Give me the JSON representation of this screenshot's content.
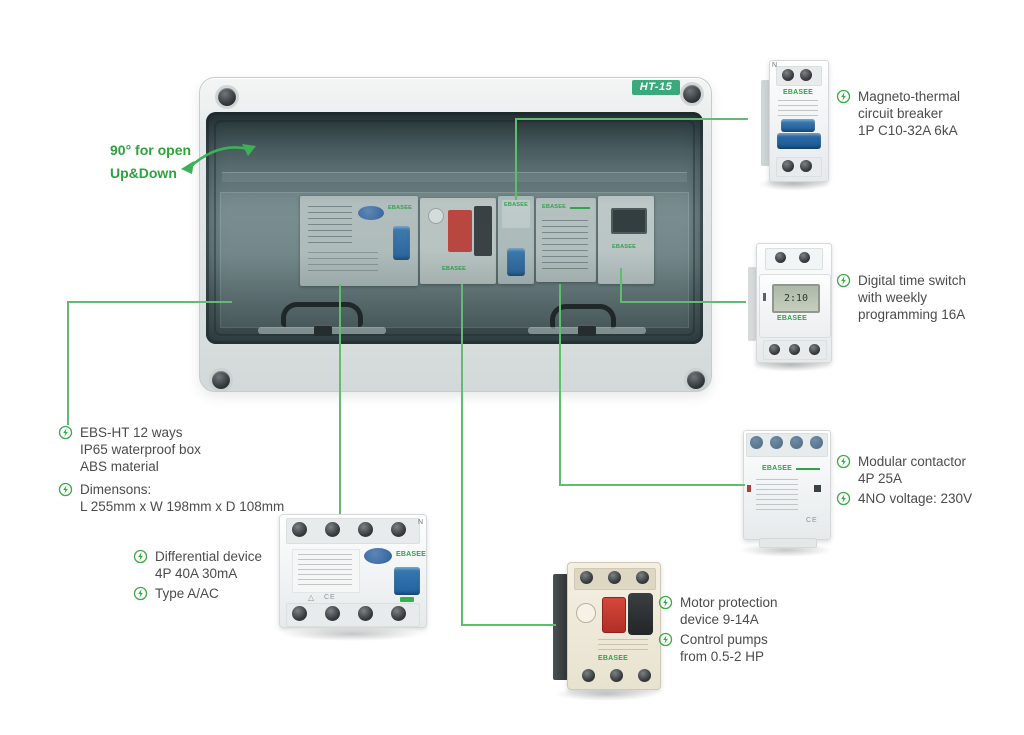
{
  "colors": {
    "accent_green": "#3aab4a",
    "line_green": "#5fbe6e",
    "note_green": "#2da33c",
    "model_tag_bg": "#3aa97c",
    "text_gray": "#4b4b4b",
    "toggle_blue": "#2e6ca6",
    "button_red": "#c8372d"
  },
  "enclosure": {
    "model_tag": "HT-15",
    "open_note": [
      "90° for open",
      "Up&Down"
    ]
  },
  "devices": {
    "brand": "EBASEE",
    "timer_display": "2:10",
    "ce": "CE",
    "n_label": "N"
  },
  "callouts": {
    "breaker": [
      "Magneto-thermal",
      "circuit breaker",
      "1P C10-32A 6kA"
    ],
    "timer": [
      "Digital time switch",
      "with weekly",
      "programming 16A"
    ],
    "contactor": [
      "Modular contactor",
      "4P 25A"
    ],
    "contactor2": [
      "4NO voltage: 230V"
    ],
    "box1": [
      "EBS-HT 12 ways",
      "IP65 waterproof box",
      "ABS material"
    ],
    "box2": [
      "Dimensons:",
      "L 255mm x W 198mm x D 108mm"
    ],
    "rcd": [
      "Differential device",
      "4P 40A 30mA"
    ],
    "rcd2": [
      "Type A/AC"
    ],
    "motor": [
      "Motor protection",
      "device 9-14A"
    ],
    "motor2": [
      "Control pumps",
      "from 0.5-2 HP"
    ]
  }
}
